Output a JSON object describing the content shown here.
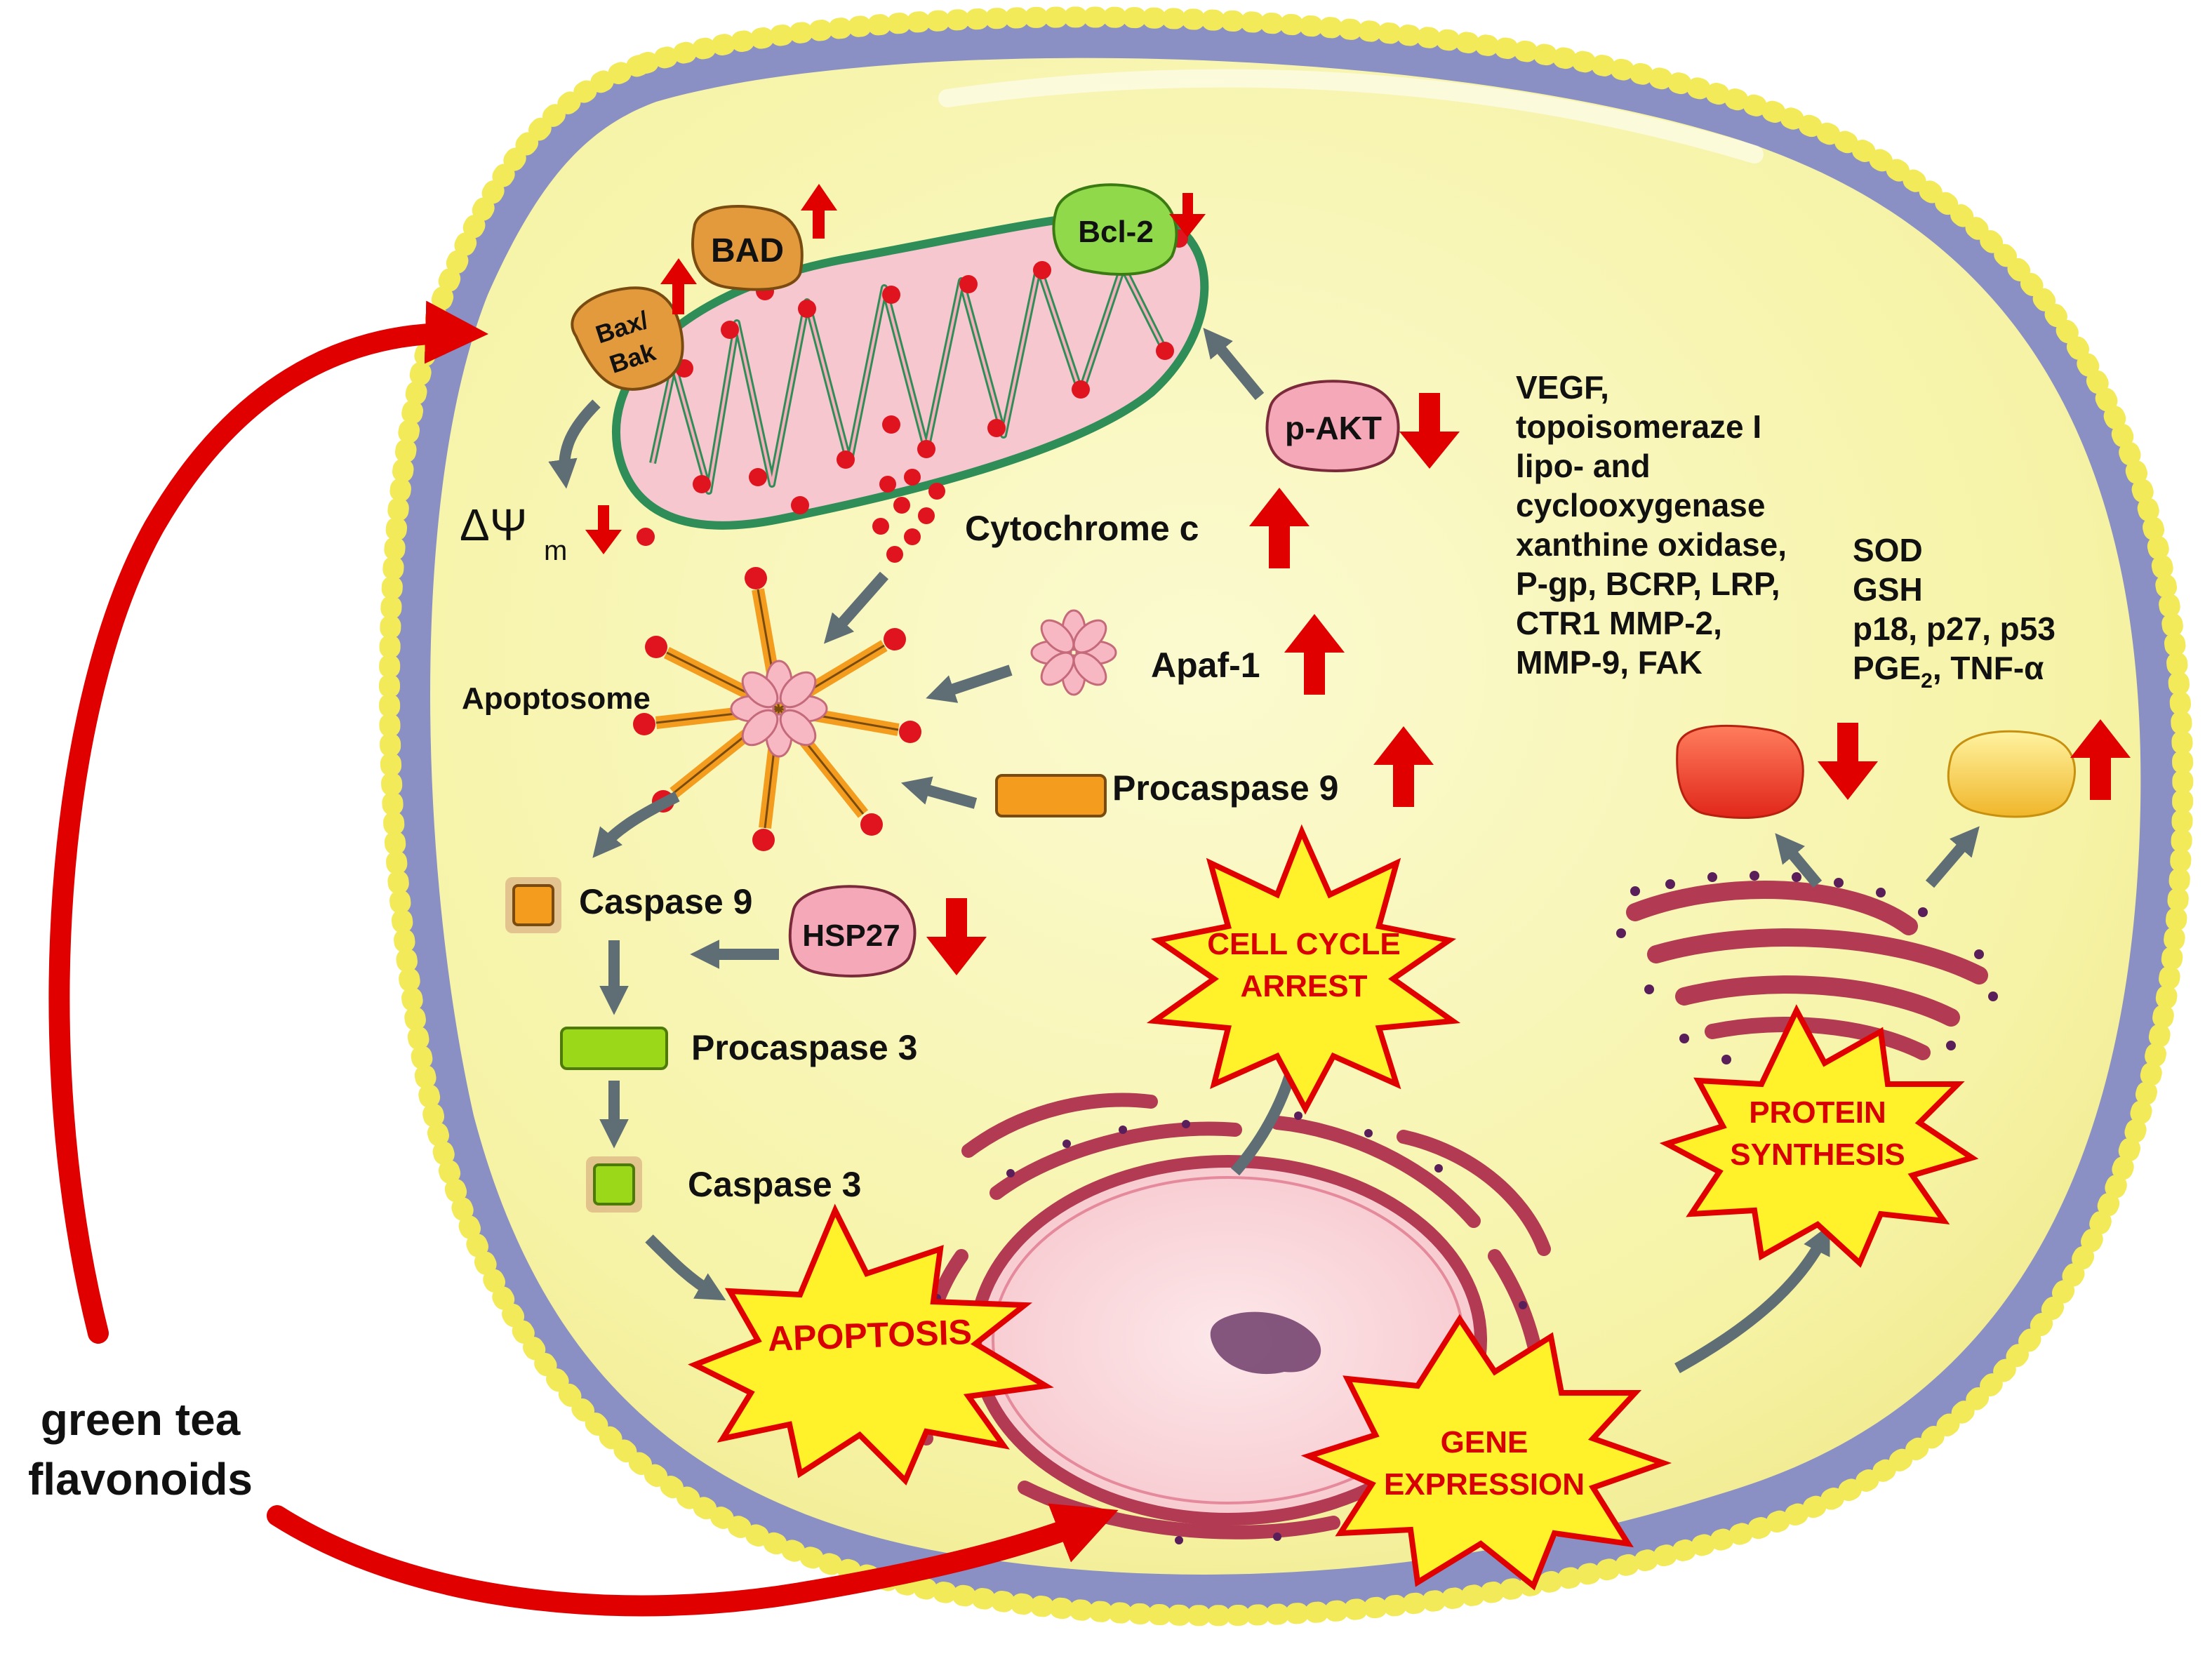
{
  "colors": {
    "cell_fill": "#f8f6b0",
    "membrane": "#8a8fc4",
    "lipid_head": "#f3ea5a",
    "red_arrow": "#e00000",
    "grey_arrow": "#5f6e75",
    "mitochondrion": "#f6c3cc",
    "burst_fill": "#fff22a",
    "burst_stroke": "#e00000",
    "orange": "#f39c1e",
    "green": "#9bd81a"
  },
  "labels": {
    "bax_bak_line1": "Bax/",
    "bax_bak_line2": "Bak",
    "bad": "BAD",
    "bcl2": "Bcl-2",
    "delta_psi": "ΔΨ",
    "delta_psi_sub": "m",
    "pakt": "p-AKT",
    "cytochrome_c": "Cytochrome c",
    "apaf1": "Apaf-1",
    "apoptosome": "Apoptosome",
    "procaspase9": "Procaspase 9",
    "caspase9": "Caspase 9",
    "hsp27": "HSP27",
    "procaspase3": "Procaspase 3",
    "caspase3": "Caspase 3",
    "flavonoids_line1": "green tea",
    "flavonoids_line2": "flavonoids"
  },
  "down_list": [
    "VEGF,",
    "topoisomeraze I",
    "lipo- and",
    "cyclooxygenase",
    "xanthine oxidase,",
    "P-gp, BCRP, LRP,",
    "CTR1 MMP-2,",
    "MMP-9, FAK"
  ],
  "up_list": {
    "line1": "SOD",
    "line2": "GSH",
    "line3": "p18, p27, p53",
    "line4_prefix": "PGE",
    "line4_sub": "2",
    "line4_suffix": ", TNF-α"
  },
  "bursts": {
    "cell_cycle_line1": "CELL CYCLE",
    "cell_cycle_line2": "ARREST",
    "apoptosis": "APOPTOSIS",
    "gene_line1": "GENE",
    "gene_line2": "EXPRESSION",
    "protein_line1": "PROTEIN",
    "protein_line2": "SYNTHESIS"
  }
}
